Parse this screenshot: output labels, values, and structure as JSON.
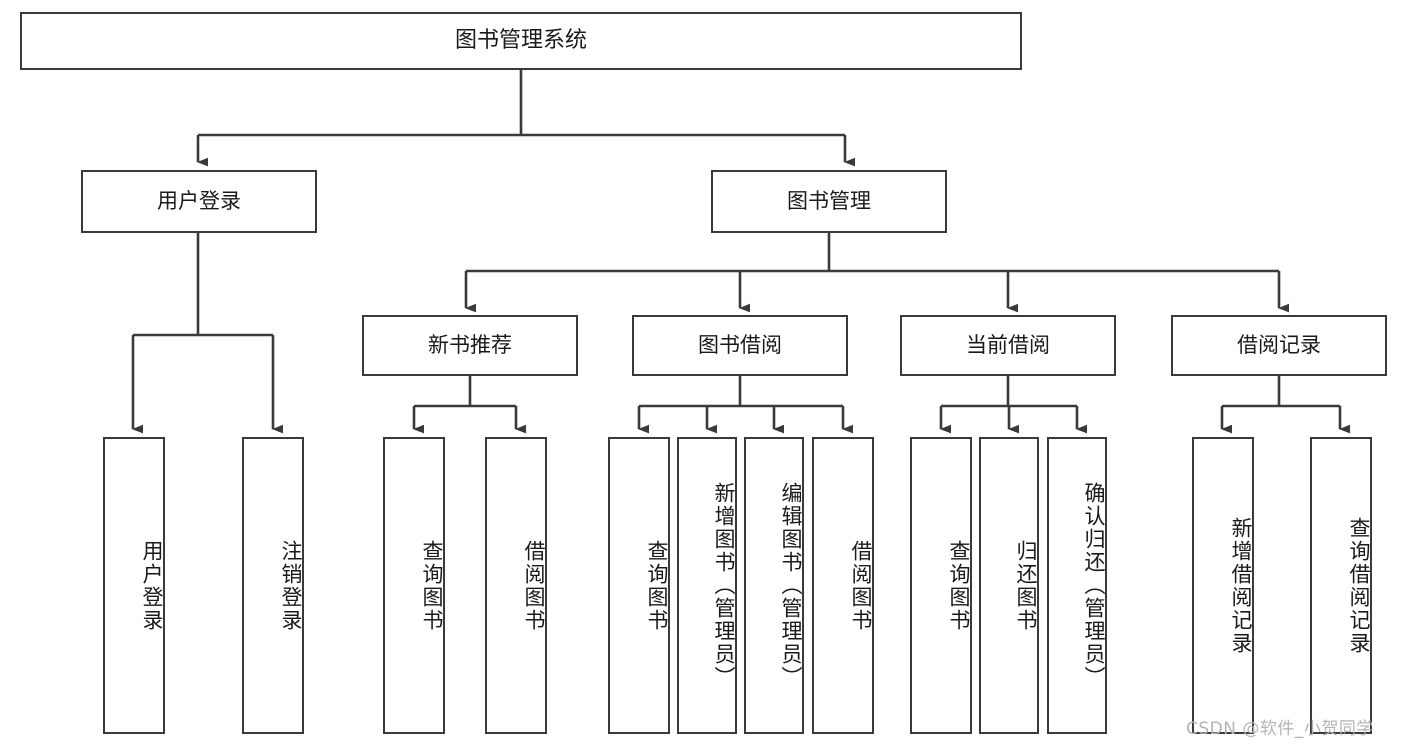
{
  "diagram": {
    "title": "图书管理系统",
    "type": "tree-hierarchy",
    "root": {
      "id": "root",
      "label": "图书管理系统"
    },
    "level2": [
      {
        "id": "user-login",
        "label": "用户登录"
      },
      {
        "id": "book-manage",
        "label": "图书管理"
      }
    ],
    "level3": [
      {
        "id": "new-book-recommend",
        "label": "新书推荐"
      },
      {
        "id": "book-borrow",
        "label": "图书借阅"
      },
      {
        "id": "current-borrow",
        "label": "当前借阅"
      },
      {
        "id": "borrow-record",
        "label": "借阅记录"
      }
    ],
    "leaves": {
      "user_login": [
        {
          "id": "leaf-user-login",
          "label": "用户登录"
        },
        {
          "id": "leaf-logout-login",
          "label": "注销登录"
        }
      ],
      "new_book_recommend": [
        {
          "id": "leaf-query-book-1",
          "label": "查询图书"
        },
        {
          "id": "leaf-borrow-book-1",
          "label": "借阅图书"
        }
      ],
      "book_borrow": [
        {
          "id": "leaf-query-book-2",
          "label": "查询图书"
        },
        {
          "id": "leaf-add-book",
          "label": "新增图书（管理员）"
        },
        {
          "id": "leaf-edit-book",
          "label": "编辑图书（管理员）"
        },
        {
          "id": "leaf-borrow-book-2",
          "label": "借阅图书"
        }
      ],
      "current_borrow": [
        {
          "id": "leaf-query-book-3",
          "label": "查询图书"
        },
        {
          "id": "leaf-return-book",
          "label": "归还图书"
        },
        {
          "id": "leaf-confirm-return",
          "label": "确认归还（管理员）"
        }
      ],
      "borrow_record": [
        {
          "id": "leaf-add-record",
          "label": "新增借阅记录"
        },
        {
          "id": "leaf-query-record",
          "label": "查询借阅记录"
        }
      ]
    }
  },
  "watermark": {
    "text": "CSDN @软件_小贺同学"
  },
  "colors": {
    "border": "#3a3a3a",
    "text": "#1a1a1a",
    "background": "#ffffff",
    "watermark": "#b4b4b4"
  }
}
